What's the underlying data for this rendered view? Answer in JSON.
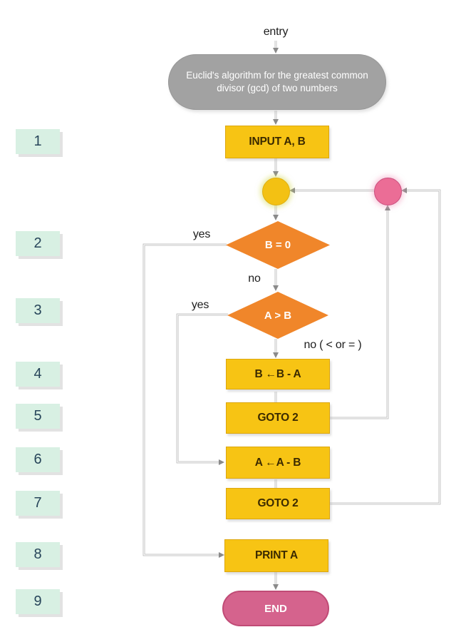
{
  "labels": {
    "entry": "entry",
    "yes_b0": "yes",
    "no_b0": "no",
    "yes_agtb": "yes",
    "no_agtb": "no ( < or = )"
  },
  "nodes": {
    "start": "Euclid's algorithm for the greatest common divisor (gcd) of two numbers",
    "input": "INPUT A, B",
    "decision_b0": "B = 0",
    "decision_agtb": "A > B",
    "assign_b": "B ←B - A",
    "goto_first": "GOTO 2",
    "assign_a": "A ←A - B",
    "goto_second": "GOTO 2",
    "print": "PRINT A",
    "end": "END"
  },
  "row_numbers": [
    "1",
    "2",
    "3",
    "4",
    "5",
    "6",
    "7",
    "8",
    "9"
  ],
  "colors": {
    "process_fill": "#F7C414",
    "process_border": "#DCA60F",
    "decision_fill": "#F0862A",
    "terminator_start_fill": "#A2A2A2",
    "terminator_end_fill": "#D5638D",
    "connector_yellow": "#F3C113",
    "connector_pink": "#EB6D96",
    "row_label_fill": "#D8F0E3",
    "row_label_text": "#27455A",
    "line_gray": "#B2B2B2",
    "arrow_gray": "#8A8A8A",
    "box_text": "#3B2A00"
  }
}
